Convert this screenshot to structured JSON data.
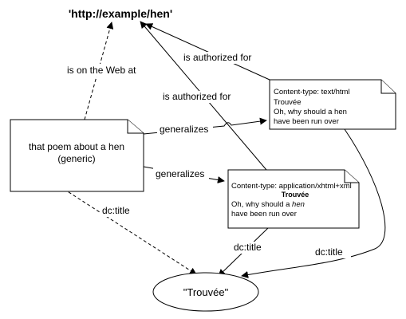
{
  "uri_node": {
    "label": "'http://example/hen'"
  },
  "generic_doc": {
    "lines": [
      "that poem about a hen",
      "(generic)"
    ]
  },
  "html_doc": {
    "lines": [
      "Content-type: text/html",
      "Trouvée",
      "Oh, why should a hen",
      "have been run over"
    ]
  },
  "xhtml_doc": {
    "line1": "Content-type: application/xhtml+xml",
    "line2": "Trouvée",
    "line3_prefix": "Oh, why should a ",
    "line3_italic": "hen",
    "line4": "have been run over"
  },
  "literal_node": {
    "label": "\"Trouvée\""
  },
  "edges": {
    "on_web": "is on the Web at",
    "authorized_1": "is authorized for",
    "authorized_2": "is authorized for",
    "generalizes_1": "generalizes",
    "generalizes_2": "generalizes",
    "dctitle_generic": "dc:title",
    "dctitle_xhtml": "dc:title",
    "dctitle_html": "dc:title"
  }
}
